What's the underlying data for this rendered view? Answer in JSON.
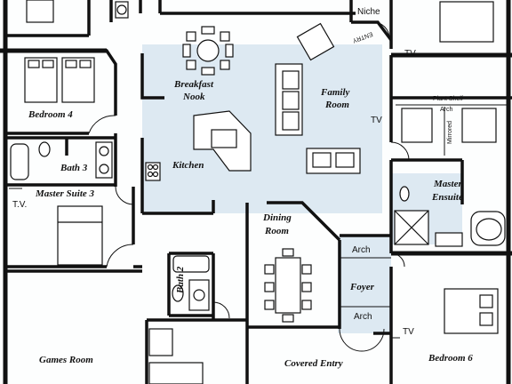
{
  "rooms": {
    "bedroom_4": "Bedroom 4",
    "bath_3": "Bath 3",
    "master_suite_3": "Master Suite 3",
    "breakfast_nook_line1": "Breakfast",
    "breakfast_nook_line2": "Nook",
    "kitchen": "Kitchen",
    "family_room_line1": "Family",
    "family_room_line2": "Room",
    "niche": "Niche",
    "dining_room_line1": "Dining",
    "dining_room_line2": "Room",
    "master_ensuite_line1": "Master",
    "master_ensuite_line2": "Ensuite",
    "bath_2": "Bath 2",
    "foyer": "Foyer",
    "games_room": "Games Room",
    "covered_entry": "Covered Entry",
    "bedroom_6": "Bedroom 6"
  },
  "annotations": {
    "tv_upper_right": "TV",
    "tv_family": "TV",
    "tv_master_suite_3": "T.V.",
    "tv_bedroom_6": "TV",
    "plant_shelf": "Plant Shelf",
    "arch_master": "Arch",
    "mirrored": "Mirrored",
    "arch_foyer_top": "Arch",
    "arch_foyer_bottom": "Arch",
    "entry_mark": "ENTRY"
  },
  "colors": {
    "wall": "#111111",
    "floor_tint": "#dde9f2",
    "background": "#fdfefe"
  }
}
